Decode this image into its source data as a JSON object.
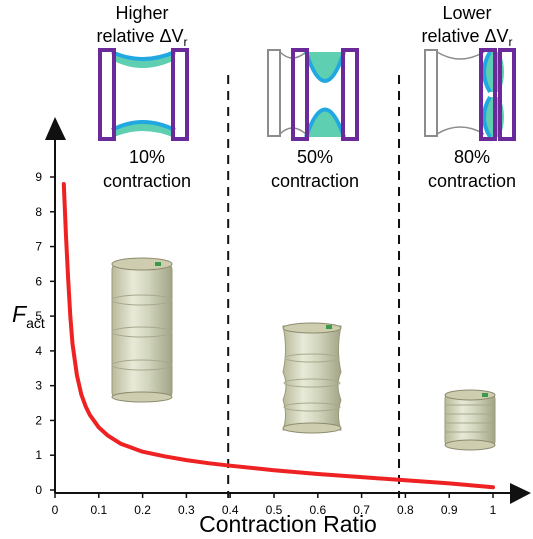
{
  "chart_data": {
    "type": "line",
    "xlabel": "Contraction Ratio",
    "ylabel": "F",
    "ylabel_subscript": "act",
    "xlim": [
      0,
      1
    ],
    "ylim": [
      0,
      9
    ],
    "x_ticks": [
      "0",
      "0.1",
      "0.2",
      "0.3",
      "0.4",
      "0.5",
      "0.6",
      "0.7",
      "0.8",
      "0.9",
      "1"
    ],
    "y_ticks": [
      "0",
      "1",
      "2",
      "3",
      "4",
      "5",
      "6",
      "7",
      "8",
      "9"
    ],
    "grid": false,
    "series": [
      {
        "color": "#ee2222",
        "x": [
          0.02,
          0.025,
          0.03,
          0.035,
          0.04,
          0.05,
          0.06,
          0.07,
          0.08,
          0.1,
          0.12,
          0.15,
          0.2,
          0.25,
          0.3,
          0.35,
          0.4,
          0.5,
          0.6,
          0.7,
          0.8,
          0.9,
          1.0
        ],
        "y": [
          8.8,
          7.3,
          6.1,
          5.0,
          4.2,
          3.3,
          2.75,
          2.4,
          2.15,
          1.8,
          1.57,
          1.33,
          1.1,
          0.97,
          0.86,
          0.77,
          0.7,
          0.57,
          0.46,
          0.37,
          0.28,
          0.19,
          0.08
        ]
      }
    ],
    "dividers_x": [
      0.4,
      0.79
    ],
    "annotations": [
      {
        "top_line1": "Higher",
        "top_line2": "relative ΔV",
        "top_sub": "r",
        "bottom_line1": "10%",
        "bottom_line2": "contraction"
      },
      {
        "top_line1": "",
        "top_line2": "",
        "top_sub": "",
        "bottom_line1": "50%",
        "bottom_line2": "contraction"
      },
      {
        "top_line1": "Lower",
        "top_line2": "relative ΔV",
        "top_sub": "r",
        "bottom_line1": "80%",
        "bottom_line2": "contraction"
      }
    ]
  },
  "colors": {
    "curve": "#ee2222",
    "frame": "#6a2a9a",
    "frame_ghost": "#8c8c8c",
    "membrane": "#22a8e0",
    "fluid": "#5ecfb0",
    "axis": "#111111"
  }
}
